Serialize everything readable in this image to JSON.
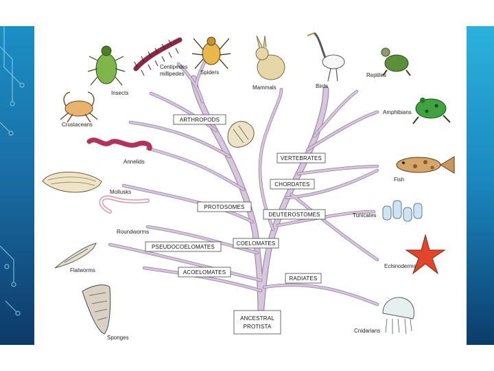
{
  "diagram": {
    "clades": {
      "ancestral_line1": "ANCESTRAL",
      "ancestral_line2": "PROTISTA",
      "radiates": "RADIATES",
      "acoelomates": "ACOELOMATES",
      "pseudocoelomates": "PSEUDOCOELOMATES",
      "coelomates": "COELOMATES",
      "protostomes": "PROTOSOMES",
      "deuterostomes": "DEUTEROSTOMES",
      "chordates": "CHORDATES",
      "vertebrates": "VERTEBRATES",
      "arthropods": "ARTHROPODS"
    },
    "organisms": {
      "insects": "Insects",
      "centipedes_line1": "Centipedes",
      "centipedes_line2": "millipedes",
      "spiders": "Spiders",
      "mammals": "Mammals",
      "birds": "Birds",
      "reptiles": "Reptiles",
      "crustaceans": "Crustaceans",
      "amphibians": "Amphibians",
      "annelids": "Annelids",
      "mollusks": "Mollusks",
      "fish": "Fish",
      "roundworms": "Roundworms",
      "tunicates": "Tunicates",
      "flatworms": "Flatworms",
      "echinoderms": "Echinoderms",
      "sponges": "Sponges",
      "cnidarians": "Cnidarians"
    },
    "colors": {
      "branch": "#d8c6de",
      "branch_outline": "#8f7c98",
      "side_panel": "#1a7ab3"
    }
  }
}
